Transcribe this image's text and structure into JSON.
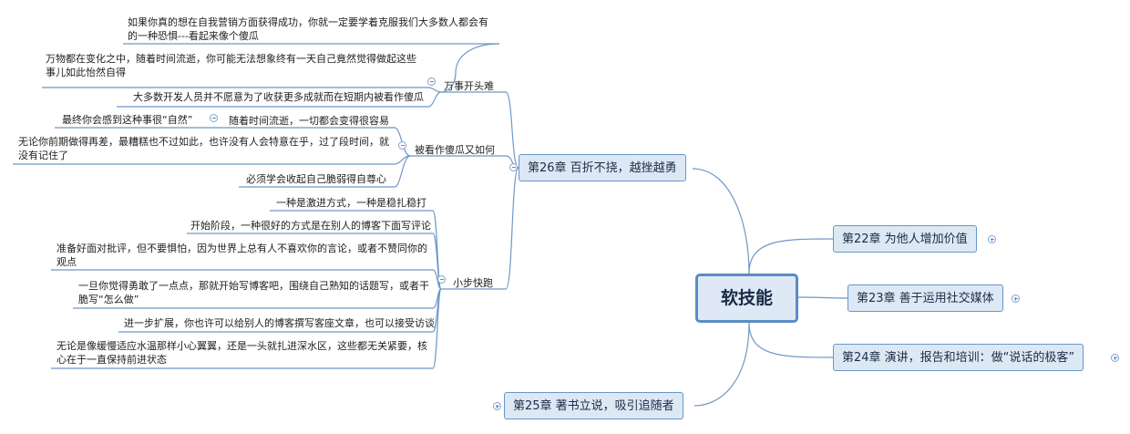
{
  "center": {
    "label": "软技能"
  },
  "chapters": {
    "ch26": "第26章 百折不挠，越挫越勇",
    "ch22": "第22章 为他人增加价值",
    "ch23": "第23章 善于运用社交媒体",
    "ch24": "第24章 演讲，报告和培训：做“说话的极客”",
    "ch25": "第25章 著书立说，吸引追随者"
  },
  "branches": {
    "wanshi": "万事开头难",
    "beikan": "被看作傻瓜又如何",
    "xiaobu": "小步快跑",
    "suizhe": "随着时间流逝，一切都会变得很容易"
  },
  "leaves": {
    "w1": "如果你真的想在自我营销方面获得成功，你就一定要学着克服我们大多数人都会有的一种恐惧---看起来像个傻瓜",
    "w2": "万物都在变化之中，随着时间流逝，你可能无法想象终有一天自己竟然觉得做起这些事儿如此怡然自得",
    "w3": "大多数开发人员并不愿意为了收获更多成就而在短期内被看作傻瓜",
    "b1": "最终你会感到这种事很“自然”",
    "b2": "无论你前期做得再差，最糟糕也不过如此，也许没有人会特意在乎，过了段时间，就没有记住了",
    "b3": "必须学会收起自己脆弱得自尊心",
    "x1": "一种是激进方式，一种是稳扎稳打",
    "x2": "开始阶段，一种很好的方式是在别人的博客下面写评论",
    "x3": "准备好面对批评，但不要惧怕，因为世界上总有人不喜欢你的言论，或者不赞同你的观点",
    "x4": "一旦你觉得勇敢了一点点，那就开始写博客吧，围绕自己熟知的话题写，或者干脆写“怎么做”",
    "x5": "进一步扩展，你也许可以给别人的博客撰写客座文章，也可以接受访谈",
    "x6": "无论是像缓慢适应水温那样小心翼翼，还是一头就扎进深水区，这些都无关紧要，核心在于一直保持前进状态"
  },
  "colors": {
    "line": "#6e98c8",
    "node_fill": "#dde8f5",
    "node_border": "#6a96c6"
  }
}
